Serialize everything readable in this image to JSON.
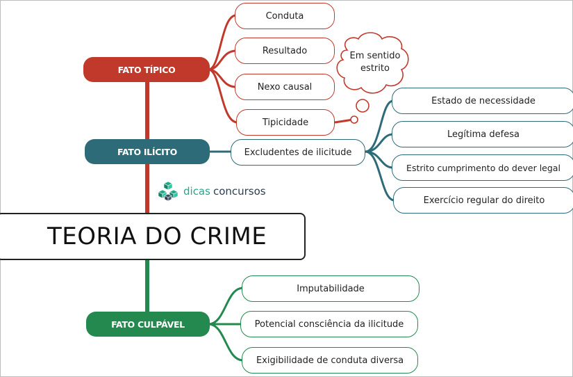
{
  "center": {
    "label": "TEORIA DO CRIME"
  },
  "logo": {
    "word1": "dicas",
    "word2": "concursos",
    "icon": "cube-cluster-icon"
  },
  "colors": {
    "tipico": "#c0392b",
    "ilicito": "#2e6b78",
    "culpavel": "#24894e"
  },
  "fato_tipico": {
    "label": "FATO TÍPICO",
    "items": [
      "Conduta",
      "Resultado",
      "Nexo causal",
      "Tipicidade"
    ],
    "note": {
      "line1": "Em sentido",
      "line2": "estrito"
    }
  },
  "fato_ilicito": {
    "label": "FATO ILÍCITO",
    "child": "Excludentes de ilicitude",
    "items": [
      "Estado de necessidade",
      "Legítima defesa",
      "Estrito cumprimento do dever legal",
      "Exercício regular do direito"
    ]
  },
  "fato_culpavel": {
    "label": "FATO CULPÁVEL",
    "items": [
      "Imputabilidade",
      "Potencial consciência da ilicitude",
      "Exigibilidade de conduta diversa"
    ]
  }
}
